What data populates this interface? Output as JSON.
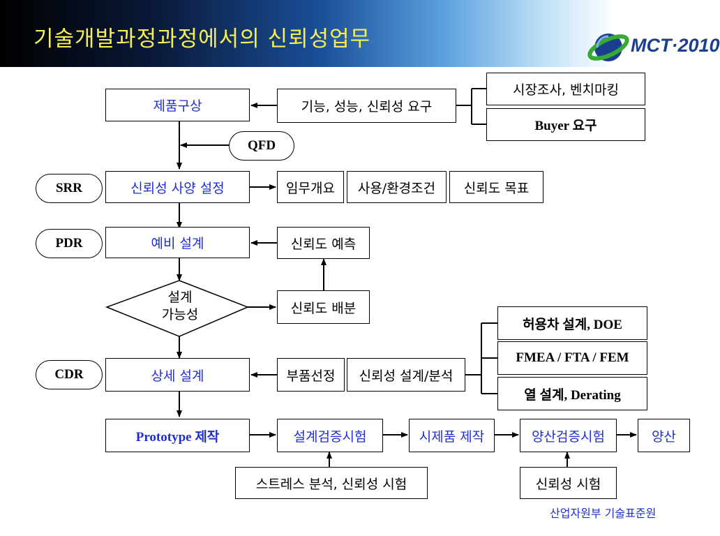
{
  "header": {
    "title": "기술개발과정과정에서의 신뢰성업무",
    "logo_text": "MCT·2010"
  },
  "nodes": {
    "concept": "제품구상",
    "requirements": "기능, 성능, 신뢰성 요구",
    "market": "시장조사, 벤치마킹",
    "buyer": "Buyer 요구",
    "qfd": "QFD",
    "spec": "신뢰성 사양 설정",
    "mission": "임무개요",
    "env": "사용/환경조건",
    "target": "신뢰도 목표",
    "prelim": "예비 설계",
    "prediction": "신뢰도 예측",
    "feasibility_line1": "설계",
    "feasibility_line2": "가능성",
    "allocation": "신뢰도 배분",
    "tolerance": "허용차 설계, DOE",
    "fmea": "FMEA / FTA / FEM",
    "thermal": "열 설계, Derating",
    "detail": "상세 설계",
    "parts": "부품선정",
    "rel_design": "신뢰성 설계/분석",
    "prototype": "Prototype 제작",
    "verification": "설계검증시험",
    "trial": "시제품 제작",
    "mass_verif": "양산검증시험",
    "production": "양산",
    "stress": "스트레스 분석, 신뢰성 시험",
    "rel_test": "신뢰성 시험"
  },
  "reviews": {
    "srr": "SRR",
    "pdr": "PDR",
    "cdr": "CDR"
  },
  "footer": {
    "org": "산업자원부 기술표준원"
  },
  "colors": {
    "title": "#f7ef55",
    "flow_text": "#1f2fd0",
    "logo": "#1b3f8f"
  }
}
